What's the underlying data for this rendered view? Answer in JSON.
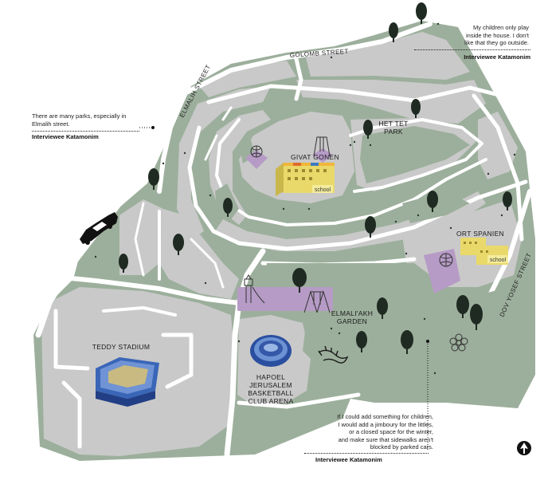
{
  "colors": {
    "block": "#c9c9c9",
    "green": "#9caf9c",
    "road": "#ffffff",
    "playground": "#b69bc6",
    "building_yellow": "#e9d96a",
    "arena_blue": "#3558a8",
    "tree": "#1f2a22"
  },
  "streets": {
    "golomb": "GOLOMB STREET",
    "elmalih": "ELMALIH STREET",
    "dov_yosef": "DOV YOSEF STREET"
  },
  "places": {
    "givat_gonen": "GIVAT GONEN",
    "het_tet_park": [
      "HET TET",
      "PARK"
    ],
    "ort_spanien": "ORT SPANIEN",
    "elmaliakh_garden": [
      "ELMALI'AKH",
      "GARDEN"
    ],
    "teddy_stadium": "TEDDY STADIUM",
    "hapoel_arena": [
      "HAPOEL",
      "JERUSALEM",
      "BASKETBALL",
      "CLUB ARENA"
    ],
    "school_label": "school"
  },
  "quotes": [
    {
      "lines": [
        "My children only play",
        "inside the house. I don't",
        "like that they go outside."
      ],
      "author": "Interviewee Katamonim"
    },
    {
      "lines": [
        "There are many parks, especially in",
        "Elmalih street."
      ],
      "author": "Interviewee Katamonim"
    },
    {
      "lines": [
        "If I could add something for children,",
        "I would add a jimboury for the littles,",
        "or a closed space for the winter,",
        "and make sure that sidewalks aren't",
        "blocked by parked cars."
      ],
      "author": "Interviewee Katamonim"
    }
  ],
  "icons": {
    "car": "car-icon",
    "north_arrow": "north-arrow-icon",
    "slide": "slide-icon",
    "swing": "swing-icon",
    "ball": "ball-icon",
    "flower": "flower-icon",
    "tree": "tree-icon",
    "school_building": "school-building-icon",
    "stadium": "stadium-icon",
    "arena": "arena-icon"
  }
}
